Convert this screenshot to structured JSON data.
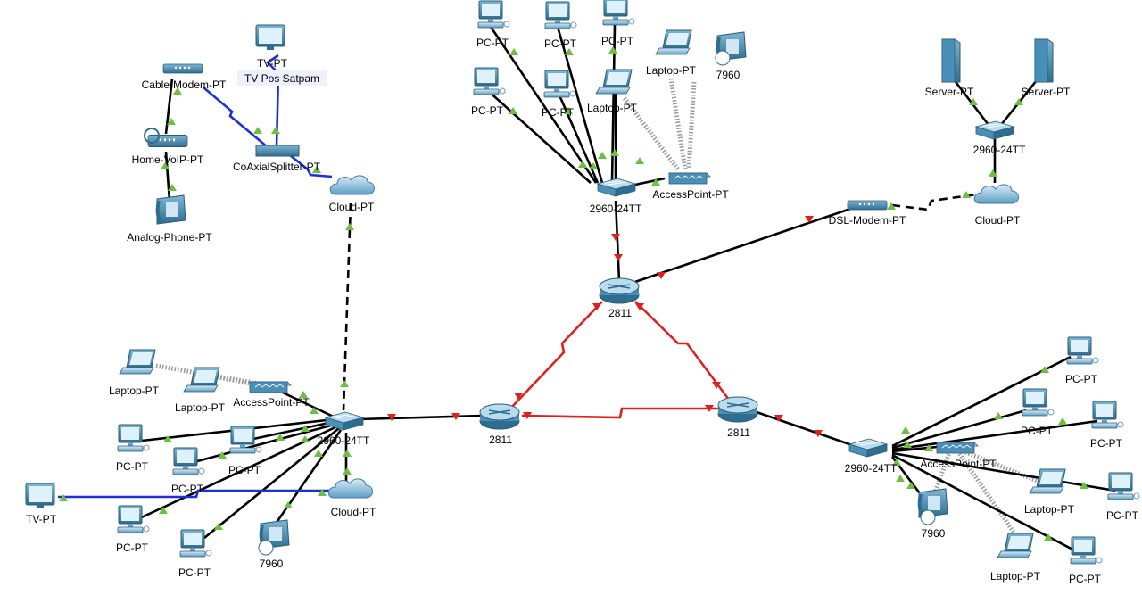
{
  "colors": {
    "copper": "#000000",
    "coax": "#1f2fd6",
    "serial": "#e02020",
    "link_up": "#6cbf3f",
    "link_down": "#e02020",
    "device_blue": "#4a8fb8",
    "device_dark": "#2f6d8f",
    "wireless": "#888888"
  },
  "devices": {
    "tv_top": {
      "label": "TV-PT",
      "icon": "tv-icon"
    },
    "tv_top_note": {
      "label": "TV Pos Satpam"
    },
    "cable_modem": {
      "label": "Cable-Modem-PT",
      "icon": "cable-modem-icon"
    },
    "home_voip": {
      "label": "Home-VoIP-PT",
      "icon": "voip-device-icon"
    },
    "analog_phone": {
      "label": "Analog-Phone-PT",
      "icon": "analog-phone-icon"
    },
    "splitter": {
      "label": "CoAxialSplitter-PT",
      "icon": "coax-splitter-icon"
    },
    "cloud_top": {
      "label": "Cloud-PT",
      "icon": "cloud-icon"
    },
    "pc_c1": {
      "label": "PC-PT",
      "icon": "pc-icon"
    },
    "pc_c2": {
      "label": "PC-PT",
      "icon": "pc-icon"
    },
    "pc_c3": {
      "label": "PC-PT",
      "icon": "pc-icon"
    },
    "pc_c4": {
      "label": "PC-PT",
      "icon": "pc-icon"
    },
    "pc_c5": {
      "label": "PC-PT",
      "icon": "pc-icon"
    },
    "laptop_c1": {
      "label": "Laptop-PT",
      "icon": "laptop-icon"
    },
    "laptop_c2": {
      "label": "Laptop-PT",
      "icon": "laptop-icon"
    },
    "phone_c": {
      "label": "7960",
      "icon": "ip-phone-icon"
    },
    "switch_c": {
      "label": "2960-24TT",
      "icon": "switch-icon"
    },
    "ap_c": {
      "label": "AccessPoint-PT",
      "icon": "access-point-icon"
    },
    "router_top": {
      "label": "2811",
      "icon": "router-icon"
    },
    "router_left": {
      "label": "2811",
      "icon": "router-icon"
    },
    "router_right": {
      "label": "2811",
      "icon": "router-icon"
    },
    "dsl_modem": {
      "label": "DSL-Modem-PT",
      "icon": "dsl-modem-icon"
    },
    "cloud_right": {
      "label": "Cloud-PT",
      "icon": "cloud-icon"
    },
    "switch_srv": {
      "label": "2960-24TT",
      "icon": "switch-icon"
    },
    "server_1": {
      "label": "Server-PT",
      "icon": "server-icon"
    },
    "server_2": {
      "label": "Server-PT",
      "icon": "server-icon"
    },
    "switch_l": {
      "label": "2960-24TT",
      "icon": "switch-icon"
    },
    "ap_l": {
      "label": "AccessPoint-PT",
      "icon": "access-point-icon"
    },
    "laptop_l1": {
      "label": "Laptop-PT",
      "icon": "laptop-icon"
    },
    "laptop_l2": {
      "label": "Laptop-PT",
      "icon": "laptop-icon"
    },
    "pc_l1": {
      "label": "PC-PT",
      "icon": "pc-icon"
    },
    "pc_l2": {
      "label": "PC-PT",
      "icon": "pc-icon"
    },
    "pc_l3": {
      "label": "PC-PT",
      "icon": "pc-icon"
    },
    "pc_l4": {
      "label": "PC-PT",
      "icon": "pc-icon"
    },
    "pc_l5": {
      "label": "PC-PT",
      "icon": "pc-icon"
    },
    "phone_l": {
      "label": "7960",
      "icon": "ip-phone-icon"
    },
    "cloud_l": {
      "label": "Cloud-PT",
      "icon": "cloud-icon"
    },
    "tv_l": {
      "label": "TV-PT",
      "icon": "tv-icon"
    },
    "switch_r": {
      "label": "2960-24TT",
      "icon": "switch-icon"
    },
    "ap_r": {
      "label": "AccessPoint-PT",
      "icon": "access-point-icon"
    },
    "pc_r1": {
      "label": "PC-PT",
      "icon": "pc-icon"
    },
    "pc_r2": {
      "label": "PC-PT",
      "icon": "pc-icon"
    },
    "pc_r3": {
      "label": "PC-PT",
      "icon": "pc-icon"
    },
    "pc_r4": {
      "label": "PC-PT",
      "icon": "pc-icon"
    },
    "pc_r5": {
      "label": "PC-PT",
      "icon": "pc-icon"
    },
    "laptop_r1": {
      "label": "Laptop-PT",
      "icon": "laptop-icon"
    },
    "laptop_r2": {
      "label": "Laptop-PT",
      "icon": "laptop-icon"
    },
    "phone_r": {
      "label": "7960",
      "icon": "ip-phone-icon"
    }
  }
}
